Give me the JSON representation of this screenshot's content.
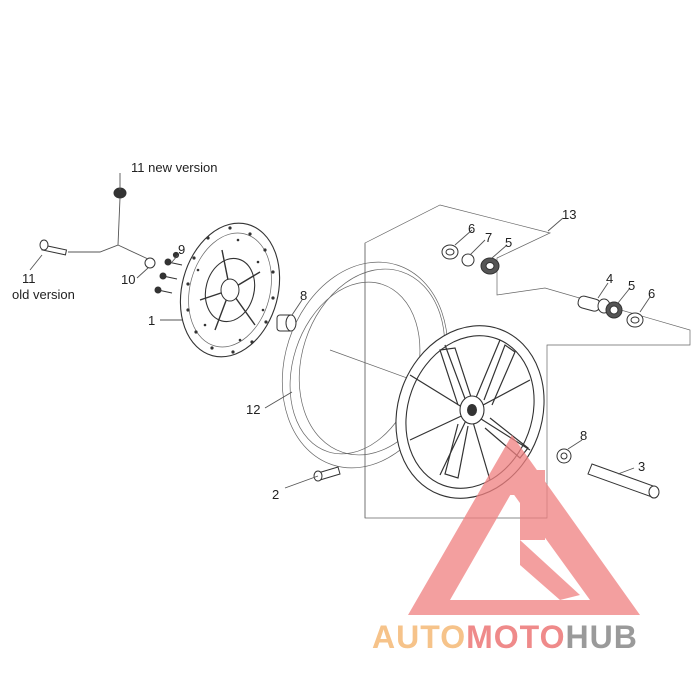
{
  "callouts": {
    "c11_new": "11 new version",
    "c11_old_num": "11",
    "c11_old_txt": "old version",
    "c9": "9",
    "c10": "10",
    "c1": "1",
    "c8a": "8",
    "c12": "12",
    "c2": "2",
    "c13": "13",
    "c6a": "6",
    "c7": "7",
    "c5a": "5",
    "c4": "4",
    "c5b": "5",
    "c6b": "6",
    "c8b": "8",
    "c3": "3"
  },
  "watermark": {
    "part1": "AUTO",
    "part2": "MOTO",
    "part3": "HUB",
    "colors": {
      "auto": "#f6c38a",
      "moto": "#ef8a8a",
      "hub": "#9a9a9a",
      "logo": "#f08080"
    }
  }
}
